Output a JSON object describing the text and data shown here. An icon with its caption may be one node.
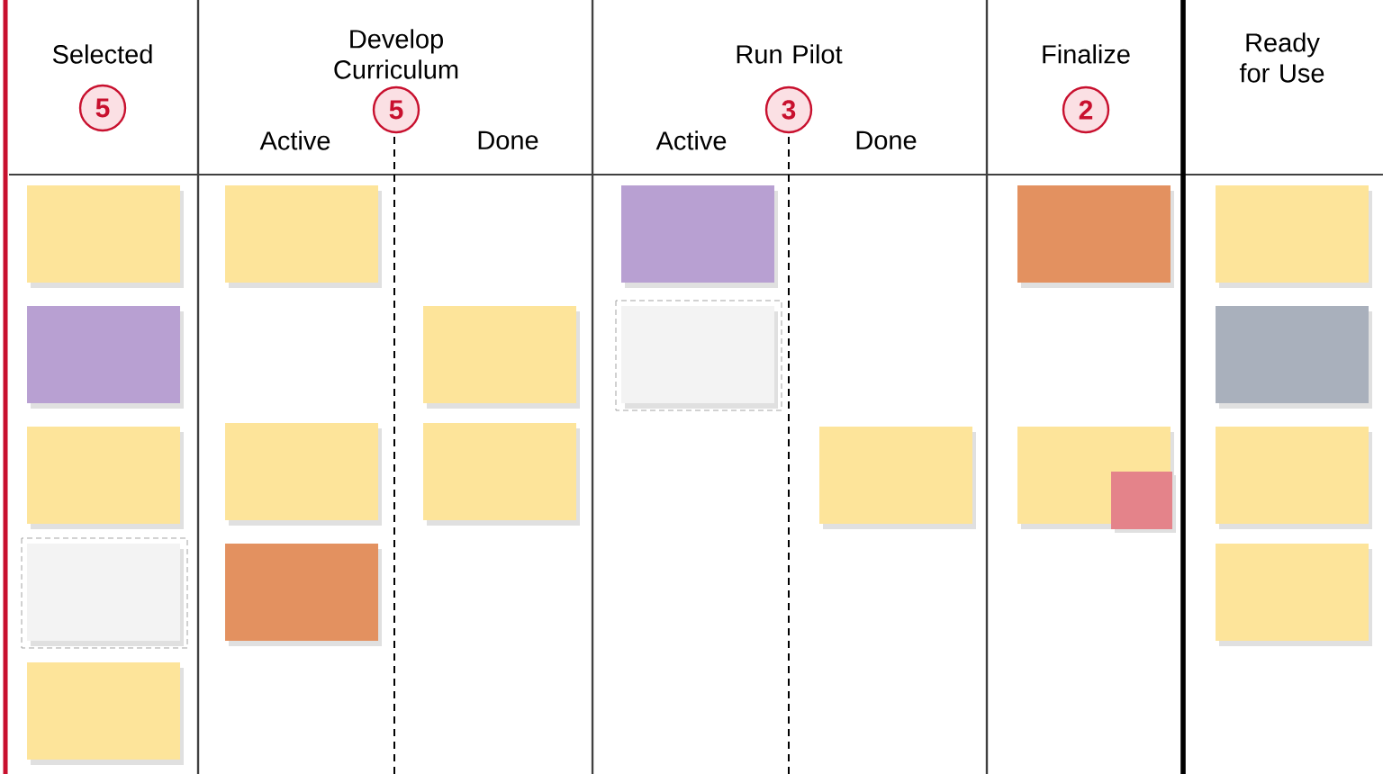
{
  "diagram": {
    "nodes": [
      {
        "text": [
          "5"
        ]
      },
      {
        "text": [
          "5"
        ]
      },
      {
        "text": [
          "3"
        ]
      },
      {
        "text": [
          "2"
        ]
      }
    ],
    "labels": [
      "Selected",
      "Develop Curriculum",
      "Active",
      "Done",
      "Run Pilot",
      "Active",
      "Done",
      "Finalize",
      "Ready for Use"
    ]
  }
}
